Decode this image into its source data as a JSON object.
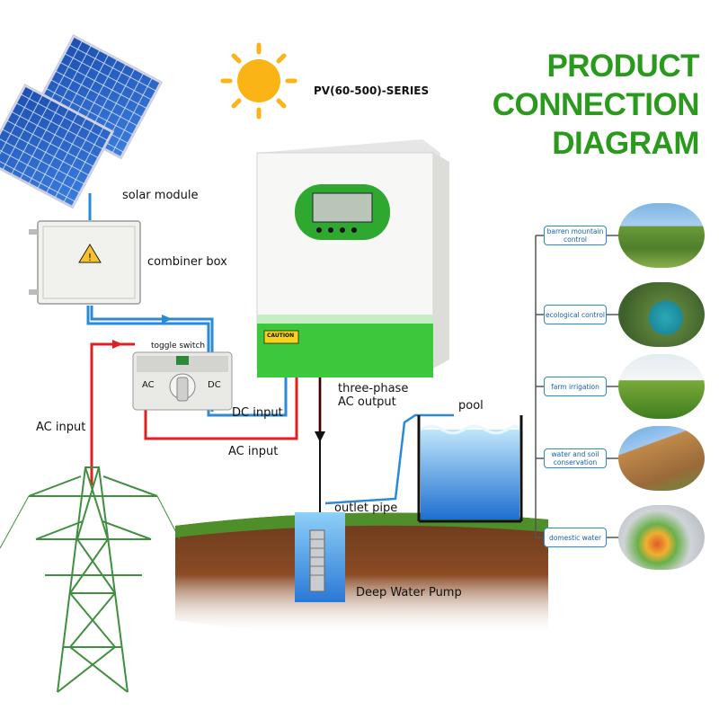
{
  "title": {
    "line1": "PRODUCT",
    "line2": "CONNECTION",
    "line3": "DIAGRAM"
  },
  "series_label": "PV(60-500)-SERIES",
  "labels": {
    "solar_module": "solar module",
    "combiner_box": "combiner box",
    "toggle_switch": "toggle switch",
    "toggle_ac": "AC",
    "toggle_dc": "DC",
    "ac_input_left": "AC input",
    "dc_input": "DC input",
    "ac_input_bottom": "AC input",
    "three_phase": "three-phase",
    "ac_output": "AC output",
    "pool": "pool",
    "outlet_pipe": "outlet pipe",
    "deep_water_pump": "Deep Water Pump",
    "caution": "CAUTION"
  },
  "applications": [
    {
      "label": "barren mountain control",
      "icon": "mountain-landscape-photo"
    },
    {
      "label": "ecological control",
      "icon": "lake-aerial-photo"
    },
    {
      "label": "farm irrigation",
      "icon": "sprinkler-field-photo"
    },
    {
      "label": "water and soil conservation",
      "icon": "terraced-hill-photo"
    },
    {
      "label": "domestic water",
      "icon": "kitchen-faucet-photo"
    }
  ],
  "colors": {
    "title_green": "#2a9a1c",
    "dc_wire": "#2a8ad6",
    "ac_wire": "#e02020",
    "inverter_green": "#3cc83c",
    "tower_green": "#3f8f3f"
  }
}
